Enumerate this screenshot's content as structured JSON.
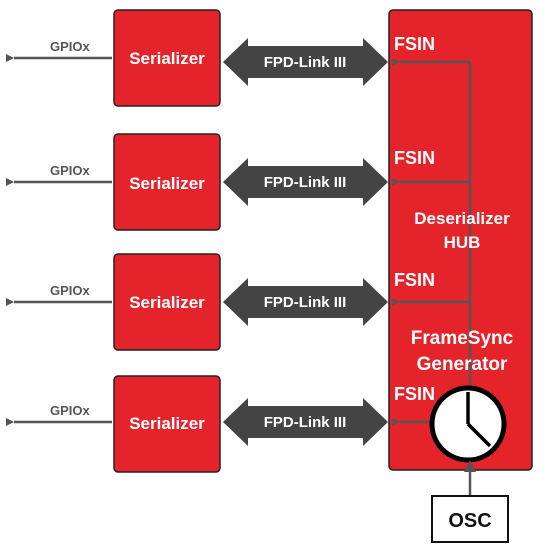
{
  "serializers": [
    {
      "label": "Serializer",
      "gpio": "GPIOx",
      "link": "FPD-Link III",
      "fsin": "FSIN"
    },
    {
      "label": "Serializer",
      "gpio": "GPIOx",
      "link": "FPD-Link III",
      "fsin": "FSIN"
    },
    {
      "label": "Serializer",
      "gpio": "GPIOx",
      "link": "FPD-Link III",
      "fsin": "FSIN"
    },
    {
      "label": "Serializer",
      "gpio": "GPIOx",
      "link": "FPD-Link III",
      "fsin": "FSIN"
    }
  ],
  "hub": {
    "line1": "Deserializer",
    "line2": "HUB",
    "gen_line1": "FrameSync",
    "gen_line2": "Generator"
  },
  "osc": {
    "label": "OSC"
  },
  "colors": {
    "red": "#E5232B",
    "dark_gray": "#444444",
    "line_gray": "#555555",
    "white": "#FFFFFF",
    "black": "#000000"
  },
  "icons": {
    "clock": "clock-icon"
  }
}
